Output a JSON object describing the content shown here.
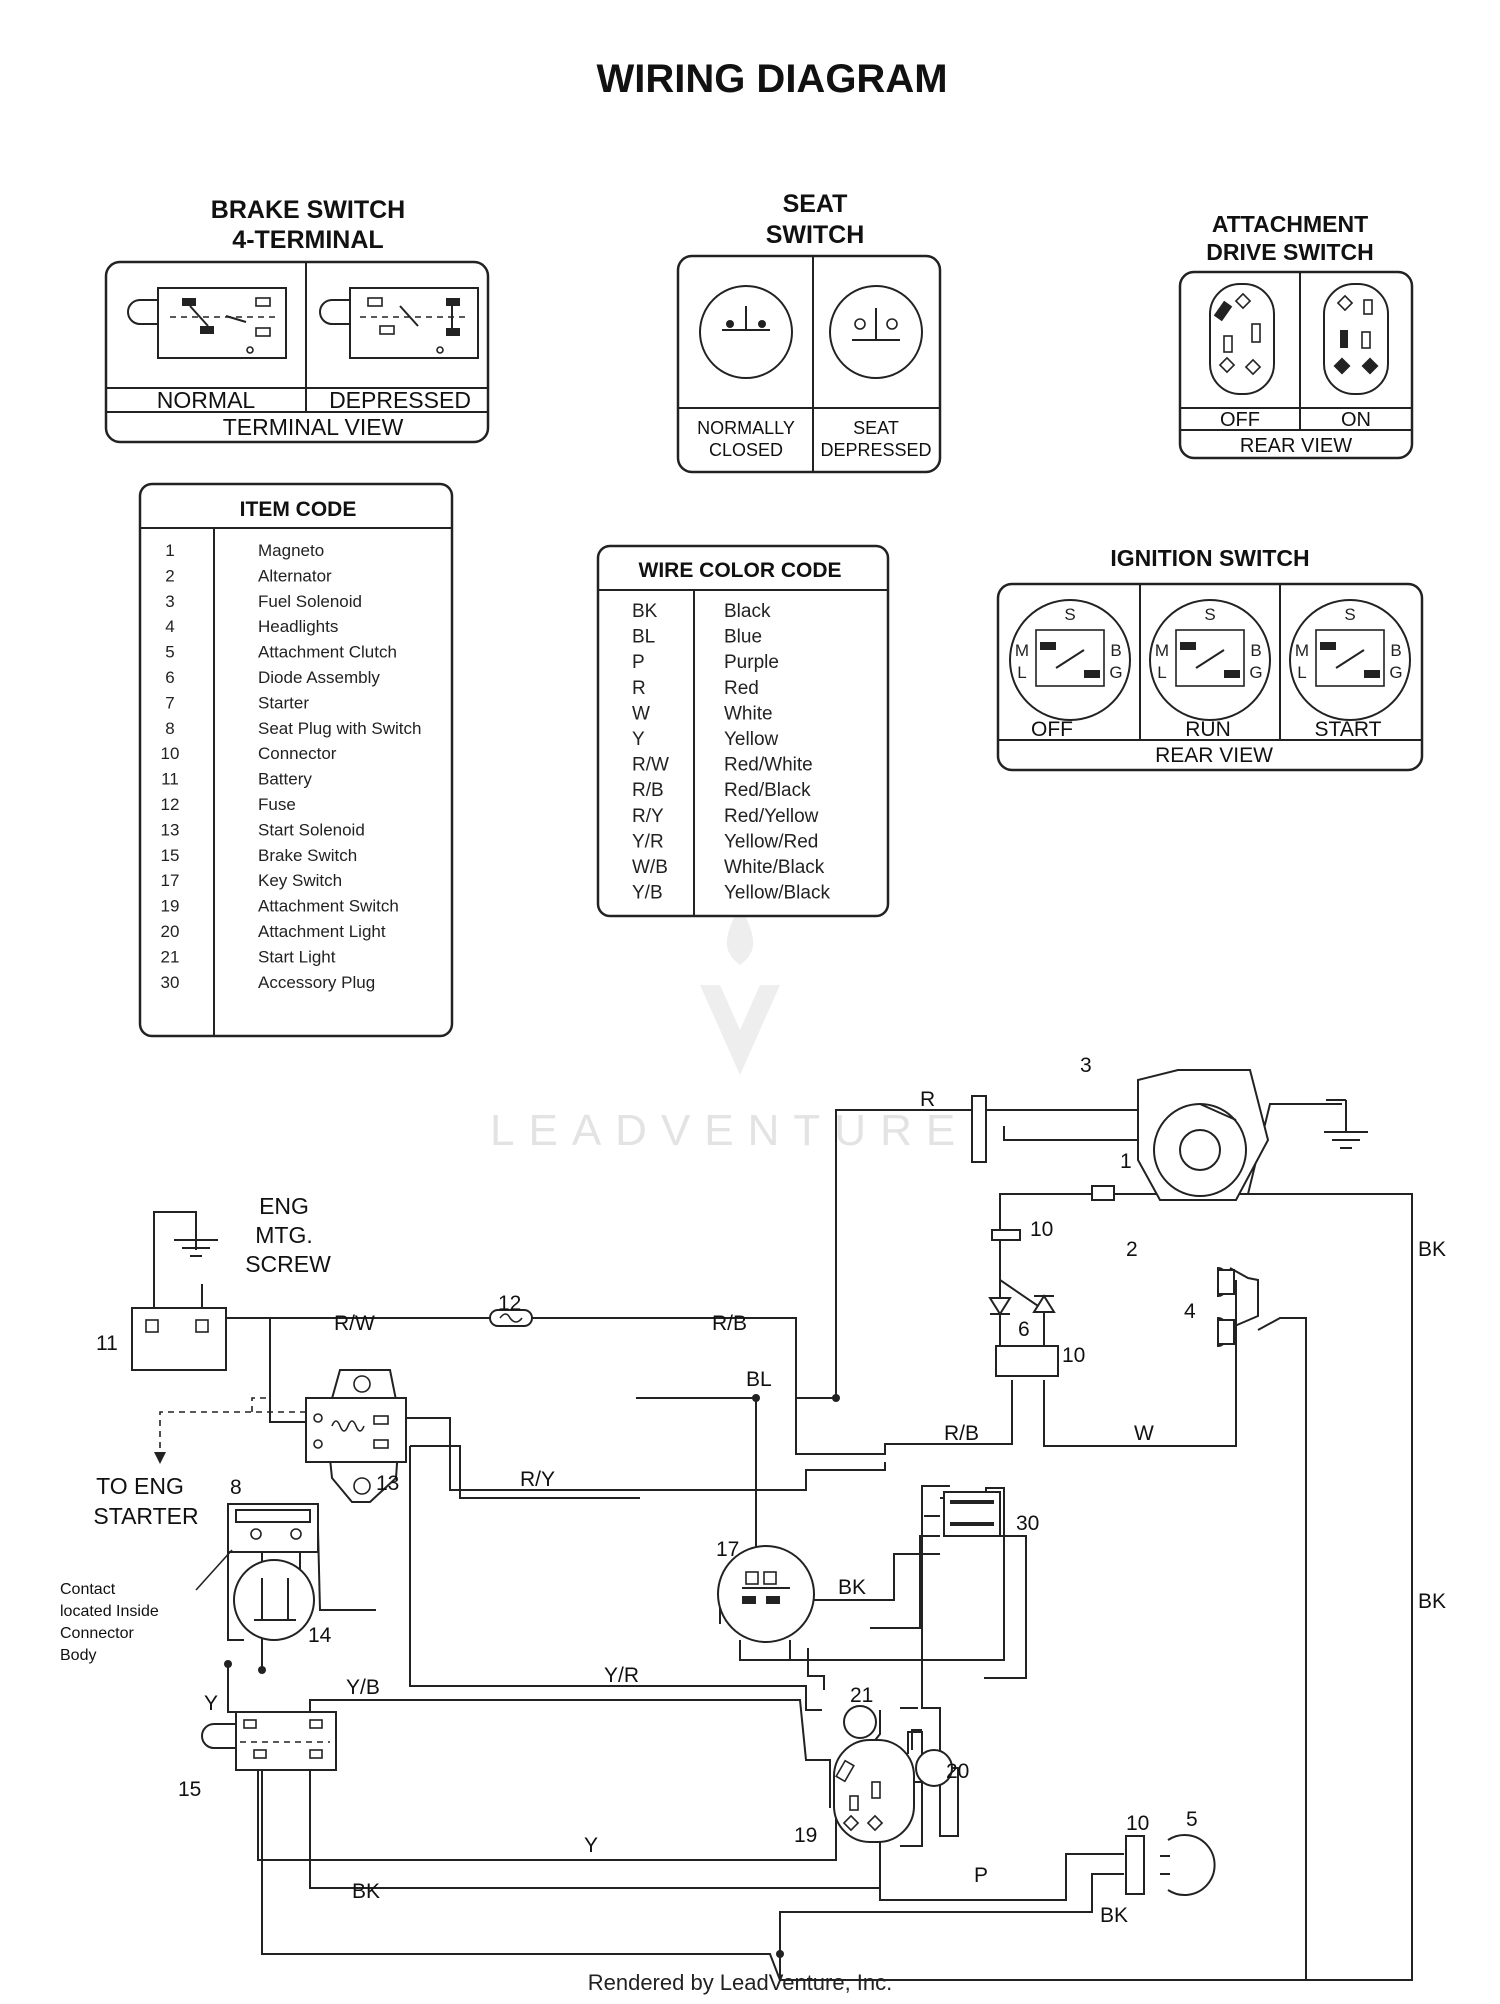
{
  "title": "WIRING DIAGRAM",
  "brake_switch": {
    "title_line1": "BRAKE SWITCH",
    "title_line2": "4-TERMINAL",
    "normal": "NORMAL",
    "depressed": "DEPRESSED",
    "footer": "TERMINAL VIEW"
  },
  "seat_switch": {
    "title_line1": "SEAT",
    "title_line2": "SWITCH",
    "normally_line1": "NORMALLY",
    "normally_line2": "CLOSED",
    "depressed_line1": "SEAT",
    "depressed_line2": "DEPRESSED"
  },
  "attachment_switch": {
    "title_line1": "ATTACHMENT",
    "title_line2": "DRIVE SWITCH",
    "off": "OFF",
    "on": "ON",
    "footer": "REAR VIEW"
  },
  "item_code": {
    "title": "ITEM CODE",
    "items": [
      {
        "num": "1",
        "name": "Magneto"
      },
      {
        "num": "2",
        "name": "Alternator"
      },
      {
        "num": "3",
        "name": "Fuel Solenoid"
      },
      {
        "num": "4",
        "name": "Headlights"
      },
      {
        "num": "5",
        "name": "Attachment Clutch"
      },
      {
        "num": "6",
        "name": "Diode Assembly"
      },
      {
        "num": "7",
        "name": "Starter"
      },
      {
        "num": "8",
        "name": "Seat Plug with Switch"
      },
      {
        "num": "10",
        "name": "Connector"
      },
      {
        "num": "11",
        "name": "Battery"
      },
      {
        "num": "12",
        "name": "Fuse"
      },
      {
        "num": "13",
        "name": "Start Solenoid"
      },
      {
        "num": "15",
        "name": "Brake Switch"
      },
      {
        "num": "17",
        "name": "Key Switch"
      },
      {
        "num": "19",
        "name": "Attachment Switch"
      },
      {
        "num": "20",
        "name": "Attachment Light"
      },
      {
        "num": "21",
        "name": "Start Light"
      },
      {
        "num": "30",
        "name": "Accessory Plug"
      }
    ]
  },
  "wire_color_code": {
    "title": "WIRE COLOR CODE",
    "items": [
      {
        "code": "BK",
        "color": "Black"
      },
      {
        "code": "BL",
        "color": "Blue"
      },
      {
        "code": "P",
        "color": "Purple"
      },
      {
        "code": "R",
        "color": "Red"
      },
      {
        "code": "W",
        "color": "White"
      },
      {
        "code": "Y",
        "color": "Yellow"
      },
      {
        "code": "R/W",
        "color": "Red/White"
      },
      {
        "code": "R/B",
        "color": "Red/Black"
      },
      {
        "code": "R/Y",
        "color": "Red/Yellow"
      },
      {
        "code": "Y/R",
        "color": "Yellow/Red"
      },
      {
        "code": "W/B",
        "color": "White/Black"
      },
      {
        "code": "Y/B",
        "color": "Yellow/Black"
      }
    ]
  },
  "ignition_switch": {
    "title": "IGNITION SWITCH",
    "off": "OFF",
    "run": "RUN",
    "start": "START",
    "footer": "REAR VIEW",
    "terminals": {
      "s": "S",
      "m": "M",
      "l": "L",
      "b": "B",
      "g": "G"
    }
  },
  "schematic": {
    "eng_mtg_line1": "ENG",
    "eng_mtg_line2": "MTG.",
    "eng_mtg_line3": "SCREW",
    "to_eng_line1": "TO ENG",
    "to_eng_line2": "STARTER",
    "contact_line1": "Contact",
    "contact_line2": "located Inside",
    "contact_line3": "Connector",
    "contact_line4": "Body",
    "wires": {
      "r": "R",
      "rw": "R/W",
      "rb_top": "R/B",
      "rb_mid": "R/B",
      "bl": "BL",
      "ry": "R/Y",
      "w": "W",
      "bk_right_top": "BK",
      "bk_right_mid": "BK",
      "bk_key": "BK",
      "yr": "Y/R",
      "yb": "Y/B",
      "y_left": "Y",
      "y_bottom": "Y",
      "p": "P",
      "bk_bottom": "BK",
      "bk_bottom_right": "BK"
    },
    "labels": {
      "n1": "1",
      "n2": "2",
      "n3": "3",
      "n4": "4",
      "n5": "5",
      "n6": "6",
      "n8": "8",
      "n10a": "10",
      "n10b": "10",
      "n10c": "10",
      "n11": "11",
      "n12": "12",
      "n13": "13",
      "n14": "14",
      "n15": "15",
      "n17": "17",
      "n19": "19",
      "n20": "20",
      "n21": "21",
      "n30": "30"
    }
  },
  "watermark": "LEADVENTURE",
  "footer": "Rendered by LeadVenture, Inc."
}
